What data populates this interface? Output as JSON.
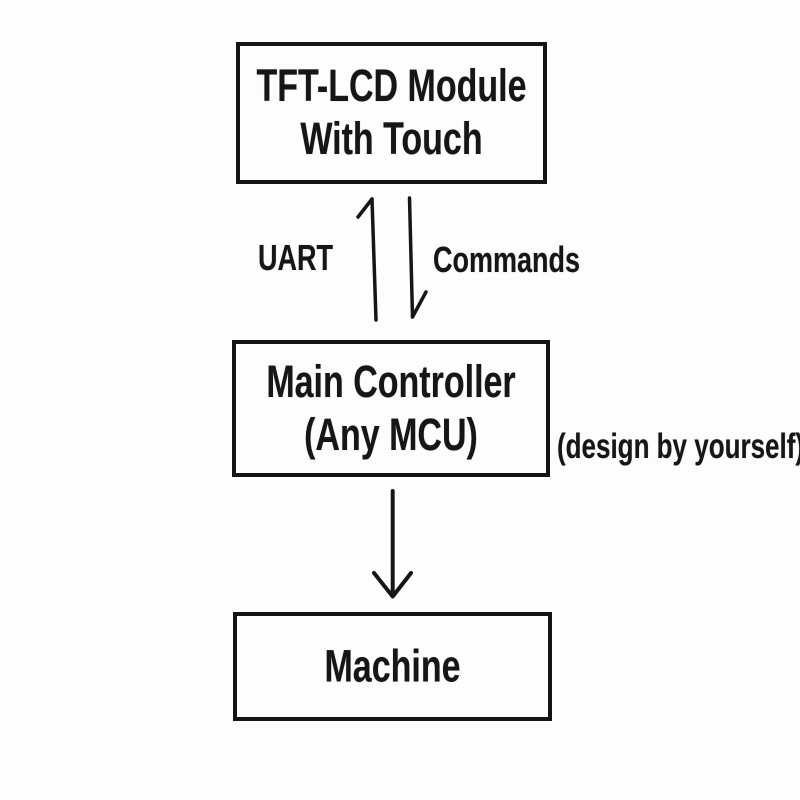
{
  "diagram": {
    "title": "TFT-LCD module control flow diagram",
    "colors": {
      "ink": "#161616",
      "background": "#fdfdfd"
    },
    "nodes": {
      "tft": {
        "line1": "TFT-LCD Module",
        "line2": "With Touch"
      },
      "mcu": {
        "line1": "Main Controller",
        "line2": "(Any MCU)"
      },
      "machine": {
        "label": "Machine"
      }
    },
    "edges": {
      "uart_label": "UART",
      "commands_label": "Commands"
    },
    "annotation": "(design by yourself)"
  }
}
